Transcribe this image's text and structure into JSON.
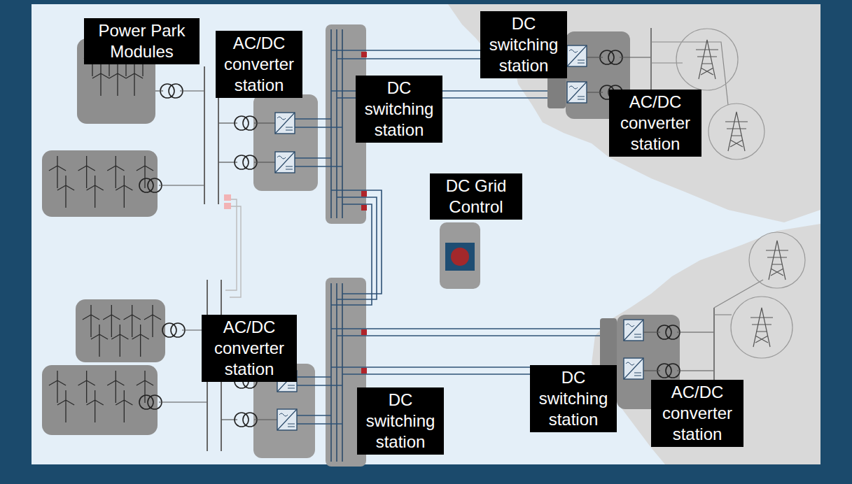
{
  "diagram": {
    "nodes": [
      {
        "text": [
          "Power Park Modules"
        ]
      },
      {
        "text": [
          "AC/DC converter station"
        ]
      },
      {
        "text": [
          "DC switching station"
        ]
      },
      {
        "text": [
          "DC switching station"
        ]
      },
      {
        "text": [
          "AC/DC converter station"
        ]
      },
      {
        "text": [
          "DC Grid Control"
        ]
      },
      {
        "text": [
          "AC/DC converter station"
        ]
      },
      {
        "text": [
          "DC switching station"
        ]
      },
      {
        "text": [
          "DC switching station"
        ]
      },
      {
        "text": [
          "AC/DC converter station"
        ]
      }
    ]
  }
}
